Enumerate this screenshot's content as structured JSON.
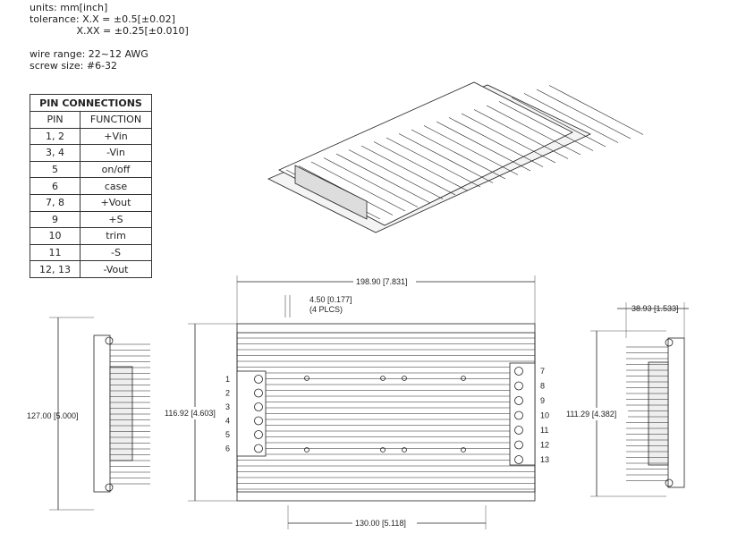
{
  "notes": {
    "units": "units: mm[inch]",
    "tol1": "tolerance: X.X = ±0.5[±0.02]",
    "tol2": "               X.XX = ±0.25[±0.010]",
    "wire": "wire range: 22~12 AWG",
    "screw": "screw size: #6-32"
  },
  "pin_table": {
    "title": "PIN CONNECTIONS",
    "col_pin": "PIN",
    "col_function": "FUNCTION",
    "rows": [
      {
        "pin": "1, 2",
        "function": "+Vin"
      },
      {
        "pin": "3, 4",
        "function": "-Vin"
      },
      {
        "pin": "5",
        "function": "on/off"
      },
      {
        "pin": "6",
        "function": "case"
      },
      {
        "pin": "7, 8",
        "function": "+Vout"
      },
      {
        "pin": "9",
        "function": "+S"
      },
      {
        "pin": "10",
        "function": "trim"
      },
      {
        "pin": "11",
        "function": "-S"
      },
      {
        "pin": "12, 13",
        "function": "-Vout"
      }
    ]
  },
  "dims": {
    "width": "198.90 [7.831]",
    "slot": "4.50 [0.177]",
    "slot_note": "(4 PLCS)",
    "height_left": "127.00 [5.000]",
    "height_front": "116.92 [4.603]",
    "height_right": "111.29 [4.382]",
    "depth": "38.93 [1.533]",
    "mount": "130.00 [5.118]"
  },
  "pins_left": [
    "1",
    "2",
    "3",
    "4",
    "5",
    "6"
  ],
  "pins_right": [
    "7",
    "8",
    "9",
    "10",
    "11",
    "12",
    "13"
  ]
}
